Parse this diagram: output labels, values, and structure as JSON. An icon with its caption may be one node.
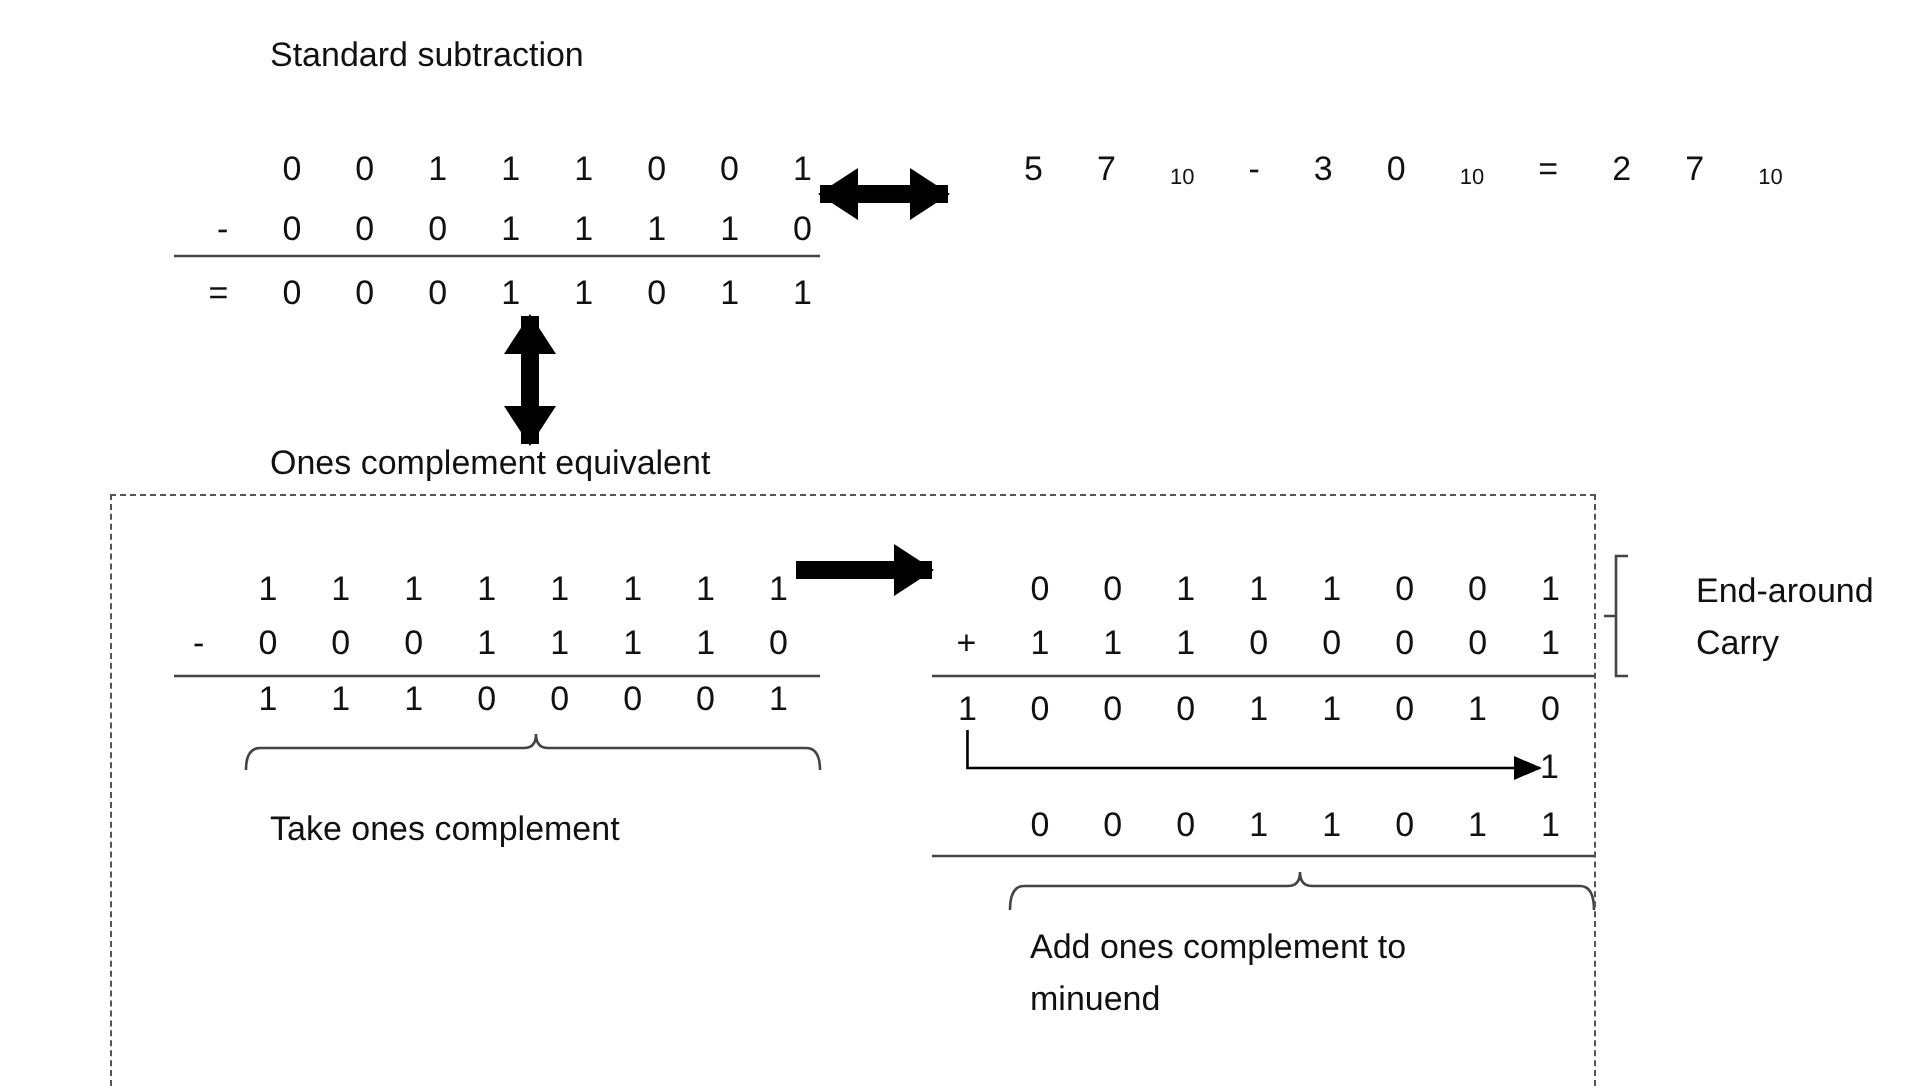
{
  "diagram": {
    "nodes": [
      {
        "text": [
          "Standard subtraction",
          "0 0 1 1 1 0 0 1",
          "- 0 0 0 1 1 1 1 0",
          "= 0 0 0 1 1 0 1 1"
        ]
      },
      {
        "text": [
          "5 7 $_{10}$ - 3 0 $_{10}$ = 2 7 $_{10}$"
        ]
      },
      {
        "text": [
          "Ones complement equivalent"
        ]
      },
      {
        "text": [
          "1 1 1 1 1 1 1 1",
          "- 0 0 0 1 1 1 1 0",
          "1 1 1 0 0 0 0 1"
        ],
        "in": 2
      },
      {
        "text": [
          "0 0 1 1 1 0 0 1",
          "+ 1 1 1 0 0 0 0 1",
          "0 0 0 1 1 0 1 0",
          "0 0 0 1 1 0 1 1"
        ],
        "in": 2
      },
      {
        "text": [
          "1"
        ],
        "in": 4
      },
      {
        "text": [
          "1"
        ],
        "in": 4
      }
    ],
    "edges": [
      {
        "from": 0,
        "to": 1,
        "arrow": "both"
      },
      {
        "from": 0,
        "to": 2,
        "arrow": "both"
      },
      {
        "from": 3,
        "to": 4,
        "arrow": "to"
      },
      {
        "from": 5,
        "to": 6,
        "arrow": "to"
      }
    ],
    "labels": [
      "End-around Carry",
      "Take ones complement",
      "Add ones complement to minuend"
    ]
  }
}
